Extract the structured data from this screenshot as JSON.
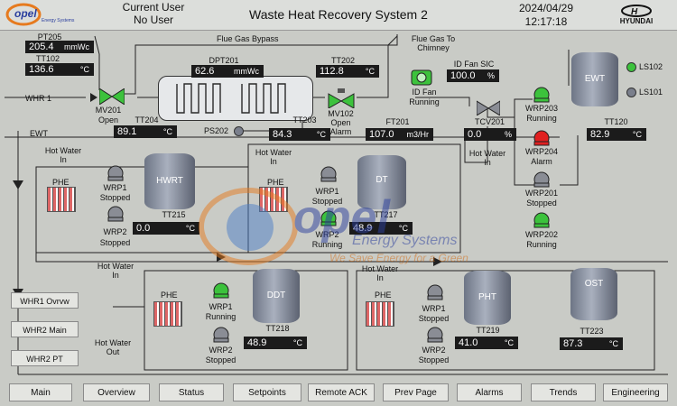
{
  "header": {
    "current_user_label": "Current User",
    "current_user": "No User",
    "title": "Waste Heat Recovery System 2",
    "date": "2024/04/29",
    "time": "12:17:18",
    "brand_right": "HYUNDAI",
    "logo_text": "opel",
    "logo_sub": "Energy Systems"
  },
  "watermark": {
    "name": "Energy Systems",
    "tagline": "We Save Energy for a Green"
  },
  "flue": {
    "pt205_label": "PT205",
    "pt205": "205.4",
    "pt205_unit": "mmWc",
    "tt102_label": "TT102",
    "tt102": "136.6",
    "tt102_unit": "°C",
    "whr1": "WHR 1",
    "bypass": "Flue Gas Bypass",
    "to_chimney": "Flue Gas To\nChimney",
    "dpt201_label": "DPT201",
    "dpt201": "62.6",
    "dpt201_unit": "mmWc",
    "tt202_label": "TT202",
    "tt202": "112.8",
    "tt202_unit": "°C",
    "id_fan_sic_label": "ID Fan SIC",
    "id_fan_sic": "100.0",
    "id_fan_sic_unit": "%",
    "id_fan": "ID Fan",
    "id_fan_state": "Running",
    "mv201": "MV201",
    "mv201_state": "Open",
    "tt204_label": "TT204",
    "tt204": "89.1",
    "tt204_unit": "°C",
    "ps202": "PS202",
    "tt203_label": "TT203",
    "tt203": "84.3",
    "tt203_unit": "°C",
    "mv102": "MV102",
    "mv102_state": "Open",
    "mv102_alarm": "Alarm",
    "ft201_label": "FT201",
    "ft201": "107.0",
    "ft201_unit": "m3/Hr",
    "tcv201_label": "TCV201",
    "tcv201": "0.0",
    "tcv201_unit": "%",
    "ewt_left": "EWT"
  },
  "ewt_tank": {
    "name": "EWT",
    "ls102": "LS102",
    "ls101": "LS101",
    "tt120_label": "TT120",
    "tt120": "82.9",
    "tt120_unit": "°C"
  },
  "right_pumps": {
    "wrp203": "WRP203",
    "wrp203_state": "Running",
    "wrp204": "WRP204",
    "wrp204_state": "Alarm",
    "hot_water_in": "Hot Water\nIn",
    "wrp201": "WRP201",
    "wrp201_state": "Stopped",
    "wrp202": "WRP202",
    "wrp202_state": "Running"
  },
  "hwrt": {
    "hot_water_in": "Hot Water\nIn",
    "phe": "PHE",
    "wrp1": "WRP1",
    "wrp1_state": "Stopped",
    "wrp2": "WRP2",
    "wrp2_state": "Stopped",
    "tank": "HWRT",
    "tt_label": "TT215",
    "tt": "0.0",
    "tt_unit": "°C"
  },
  "dt": {
    "hot_water_in": "Hot Water\nIn",
    "phe": "PHE",
    "wrp1": "WRP1",
    "wrp1_state": "Stopped",
    "wrp2": "WRP2",
    "wrp2_state": "Running",
    "tank": "DT",
    "tt_label": "TT217",
    "tt": "48.9",
    "tt_unit": "°C"
  },
  "ddt": {
    "hot_water_in": "Hot Water\nIn",
    "hot_water_out": "Hot Water\nOut",
    "phe": "PHE",
    "wrp1": "WRP1",
    "wrp1_state": "Running",
    "wrp2": "WRP2",
    "wrp2_state": "Stopped",
    "tank": "DDT",
    "tt_label": "TT218",
    "tt": "48.9",
    "tt_unit": "°C"
  },
  "pht": {
    "hot_water_in": "Hot Water\nIn",
    "phe": "PHE",
    "wrp1": "WRP1",
    "wrp1_state": "Stopped",
    "wrp2": "WRP2",
    "wrp2_state": "Stopped",
    "tank": "PHT",
    "tt_label": "TT219",
    "tt": "41.0",
    "tt_unit": "°C"
  },
  "ost": {
    "tank": "OST",
    "tt_label": "TT223",
    "tt": "87.3",
    "tt_unit": "°C"
  },
  "side_nav": [
    "WHR1 Ovrvw",
    "WHR2 Main",
    "WHR2 PT"
  ],
  "bottom_nav": [
    "Main",
    "Overview",
    "Status",
    "Setpoints",
    "Remote ACK",
    "Prev Page",
    "Alarms",
    "Trends",
    "Engineering"
  ],
  "colors": {
    "running": "#3cc23c",
    "alarm": "#e02020",
    "stopped": "#8a8d95",
    "display_bg": "#1b1b1b"
  }
}
